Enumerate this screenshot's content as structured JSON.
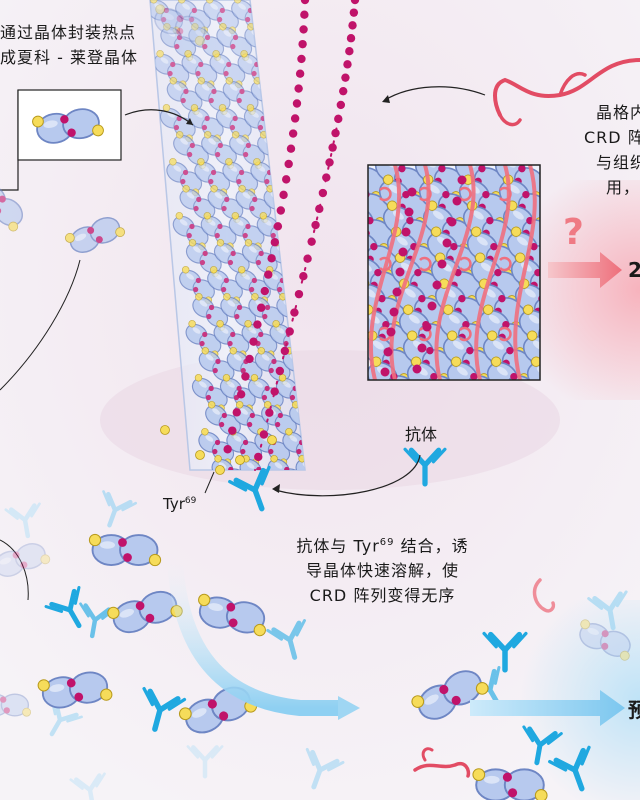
{
  "texts": {
    "top_left_line1": "通过晶体封装热点",
    "top_left_line2": "成夏科 - 莱登晶体",
    "top_right_line1": "晶格内",
    "top_right_line2": "CRD 阵",
    "top_right_line3": "与组织",
    "top_right_line4": "用，",
    "question_mark": "?",
    "arrow_right_label": "2",
    "antibody_label": "抗体",
    "tyr_label": "Tyr",
    "tyr_superscript": "69",
    "bottom_line1_a": "抗体与 Tyr",
    "bottom_line1_sup": "69",
    "bottom_line1_b": " 结合，诱",
    "bottom_line2": "导晶体快速溶解，使",
    "bottom_line3": "CRD 阵列变得无序",
    "bottom_right_label": "预"
  },
  "colors": {
    "background": "#f3eef3",
    "protein_fill": "#b7c9ee",
    "protein_stroke": "#6e86c4",
    "magenta": "#c0136a",
    "yellow": "#f6dc5a",
    "antibody_blue": "#1fa8e0",
    "pink_fiber": "#ef6f7e",
    "arrow_blue": "#8fd0f2",
    "arrow_red": "#ef7a84"
  }
}
